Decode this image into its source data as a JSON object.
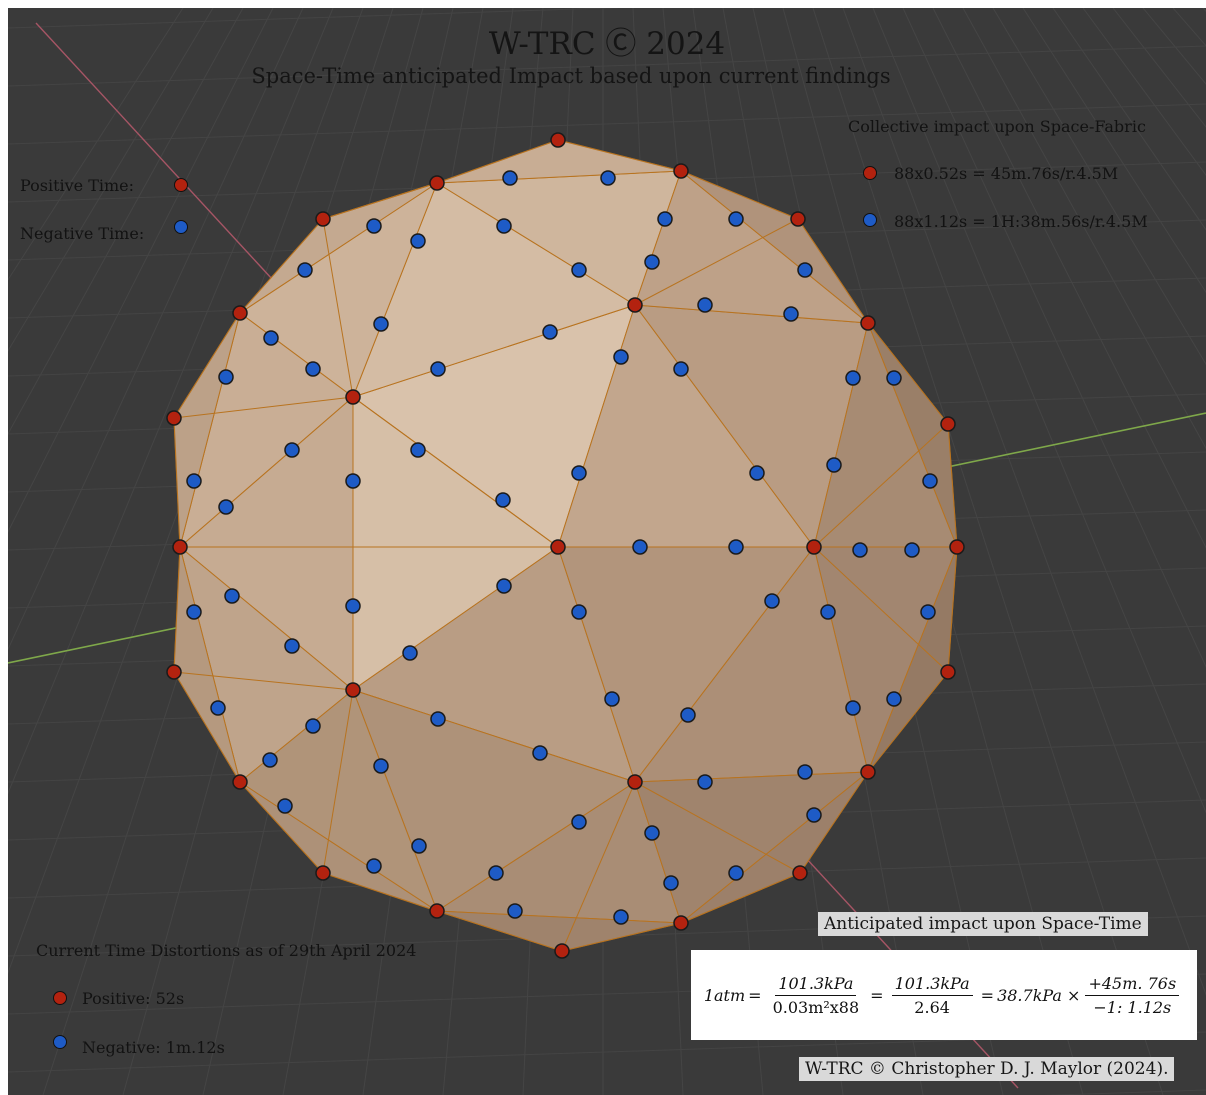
{
  "title": "W-TRC Ⓒ 2024",
  "subtitle": "Space-Time anticipated Impact based upon current findings",
  "left_legend": {
    "positive_label": "Positive Time:",
    "negative_label": "Negative Time:"
  },
  "collective": {
    "heading": "Collective impact upon Space-Fabric",
    "positive_value": "88x0.52s = 45m.76s/r.4.5M",
    "negative_value": "88x1.12s = 1H:38m.56s/r.4.5M"
  },
  "distortions": {
    "heading": "Current Time Distortions as of 29th April 2024",
    "positive": "Positive: 52s",
    "negative": "Negative: 1m.12s"
  },
  "impact_label": "Anticipated impact upon Space-Time",
  "formula": {
    "lhs": "1atm",
    "f1_num": "101.3kPa",
    "f1_den": "0.03m²x88",
    "f2_num": "101.3kPa",
    "f2_den": "2.64",
    "result": "38.7kPa ×",
    "f3_num": "+45m. 76s",
    "f3_den": "−1: 1.12s"
  },
  "copyright": "W-TRC © Christopher D. J. Maylor (2024).",
  "colors": {
    "background": "#3a3a3a",
    "sphere_fill": "#c8ad93",
    "edge": "#b8731f",
    "positive_dot": "#b3220f",
    "negative_dot": "#1e5bc6"
  }
}
